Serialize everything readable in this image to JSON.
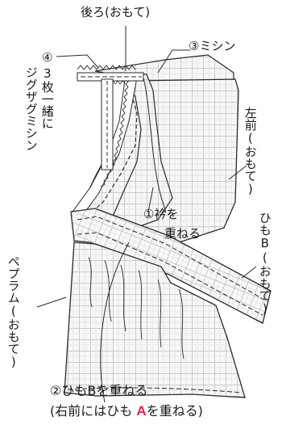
{
  "labels": {
    "back_face": "後ろ(おもて)",
    "step3": "③ミシン",
    "step4_num": "④",
    "step4_a": "3枚一緒に",
    "step4_b": "ジグザグミシン",
    "left_front": "左前(おもて)",
    "step1_a": "①衿を",
    "step1_b": "重ねる",
    "tie_b": "ひもB(おもて)",
    "peplum": "ペプラム(おもて)",
    "step2": "②ひもBを重ねる",
    "note_prefix": "(右前にはひも ",
    "note_accent": "A",
    "note_suffix": "を重ねる)"
  },
  "colors": {
    "line": "#2a2a2a",
    "fabric_fill": "#f7f7f7",
    "grid": "#c9c9c9",
    "accent": "#e6224a"
  }
}
